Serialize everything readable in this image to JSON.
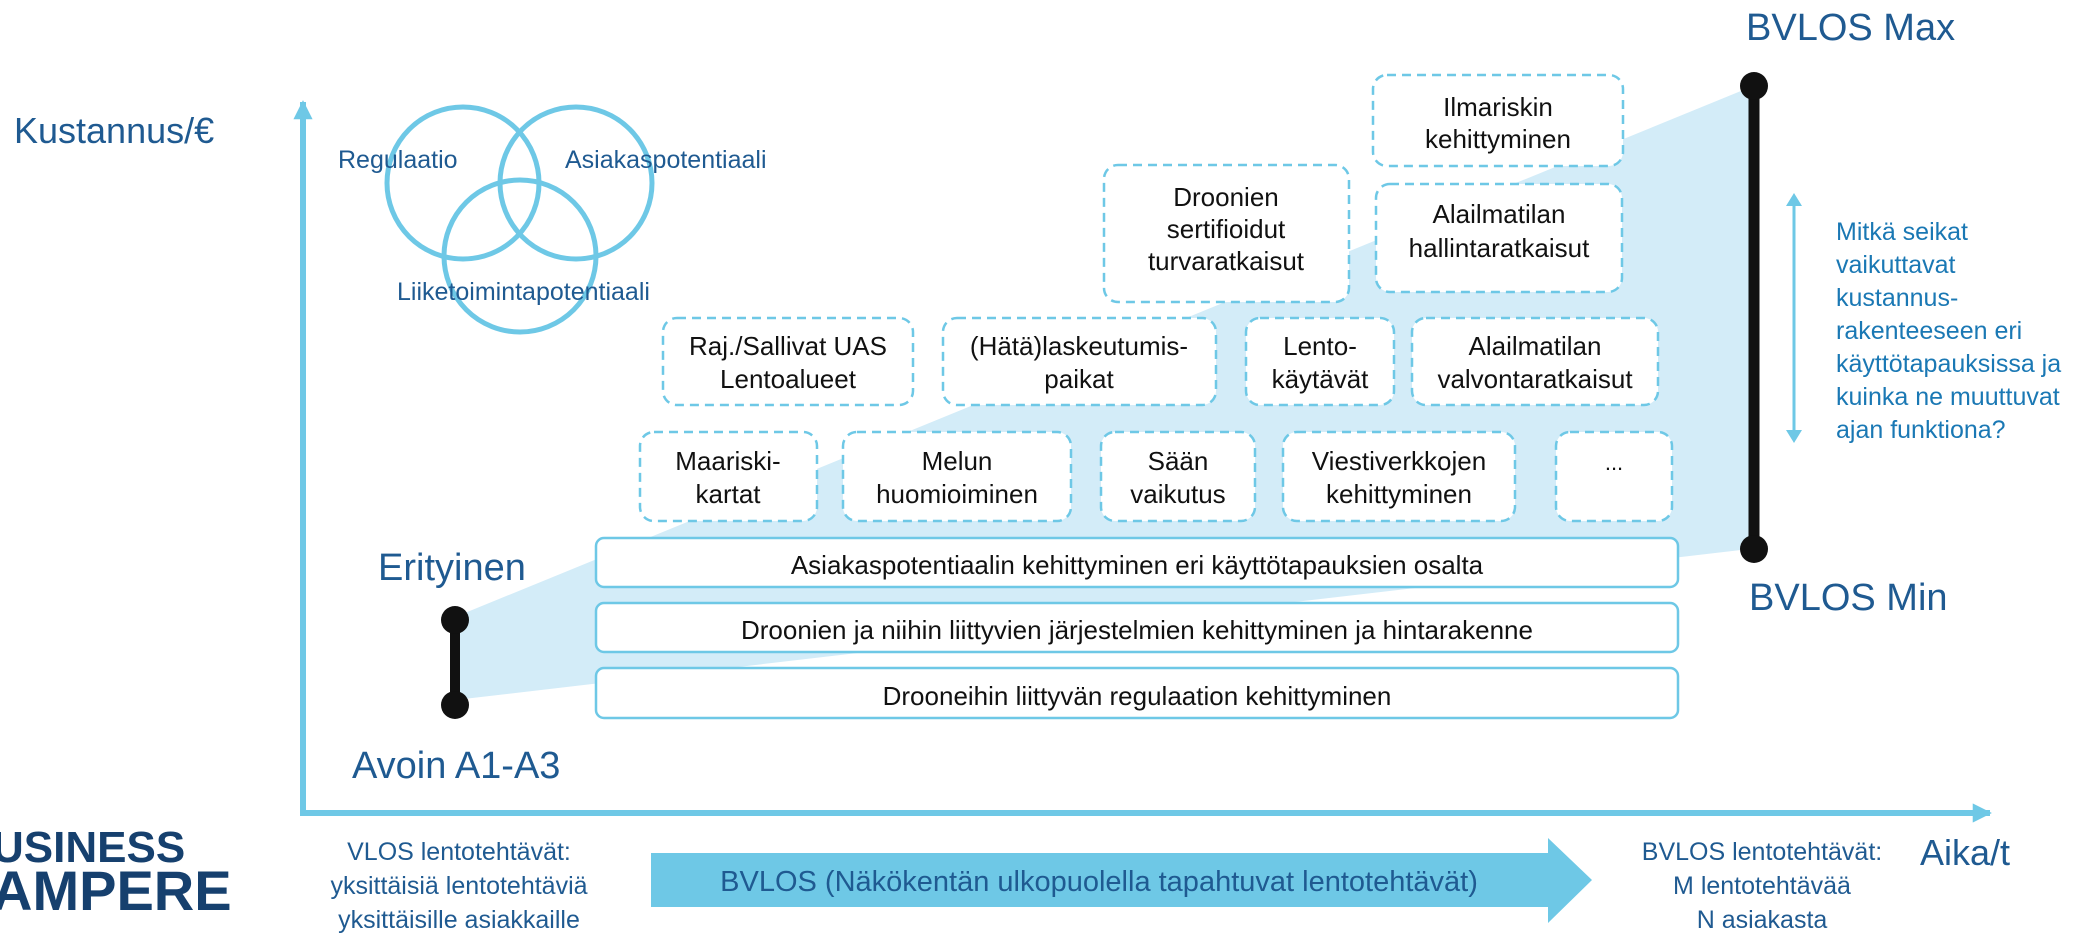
{
  "axes": {
    "y_label": "Kustannus/€",
    "x_label": "Aika/t"
  },
  "endpoints": {
    "bvlos_max": "BVLOS Max",
    "bvlos_min": "BVLOS Min",
    "erityinen": "Erityinen",
    "avoin": "Avoin A1-A3"
  },
  "venn": {
    "regulaatio": "Regulaatio",
    "asiakaspotentiaali": "Asiakaspotentiaali",
    "liiketoiminta": "Liiketoimintapotentiaali"
  },
  "factors": {
    "ilmariskin": [
      "Ilmariskin",
      "kehittyminen"
    ],
    "droonien_sertifioidut": [
      "Droonien",
      "sertifioidut",
      "turvaratkaisut"
    ],
    "alailmatilan_hallinta": [
      "Alailmatilan",
      "hallintaratkaisut"
    ],
    "raj_sallivat": [
      "Raj./Sallivat UAS",
      "Lentoalueet"
    ],
    "hata": [
      "(Hätä)laskeutumis-",
      "paikat"
    ],
    "lento": [
      "Lento-",
      "käytävät"
    ],
    "alailmatilan_valvonta": [
      "Alailmatilan",
      "valvontaratkaisut"
    ],
    "maariski": [
      "Maariski-",
      "kartat"
    ],
    "melun": [
      "Melun",
      "huomioiminen"
    ],
    "saan": [
      "Sään",
      "vaikutus"
    ],
    "viestiverkkojen": [
      "Viestiverkkojen",
      "kehittyminen"
    ],
    "more": "..."
  },
  "foundation": {
    "asiakas": "Asiakaspotentiaalin kehittyminen eri käyttötapauksien osalta",
    "droonien": "Droonien ja niihin liittyvien järjestelmien kehittyminen ja hintarakenne",
    "regulaatio": "Drooneihin liittyvän regulaation kehittyminen"
  },
  "question": [
    "Mitkä seikat",
    "vaikuttavat",
    "kustannus-",
    "rakenteeseen eri",
    "käyttötapauksissa ja",
    "kuinka ne muuttuvat",
    "ajan funktiona?"
  ],
  "bottom": {
    "vlos": [
      "VLOS lentotehtävät:",
      "yksittäisiä lentotehtäviä",
      "yksittäisille asiakkaille"
    ],
    "bvlos_arrow": "BVLOS (Näkökentän ulkopuolella tapahtuvat lentotehtävät)",
    "bvlos_right": [
      "BVLOS lentotehtävät:",
      "M lentotehtävää",
      "N asiakasta"
    ]
  },
  "logo": [
    "USINESS",
    "AMPERE"
  ],
  "colors": {
    "axis": "#6ec8e6",
    "wedge": "#d3ecf8",
    "box_border": "#6ec8e6",
    "text_blue": "#1f5a91",
    "question_blue": "#1a78b4",
    "arrow_fill": "#6ec8e6"
  }
}
